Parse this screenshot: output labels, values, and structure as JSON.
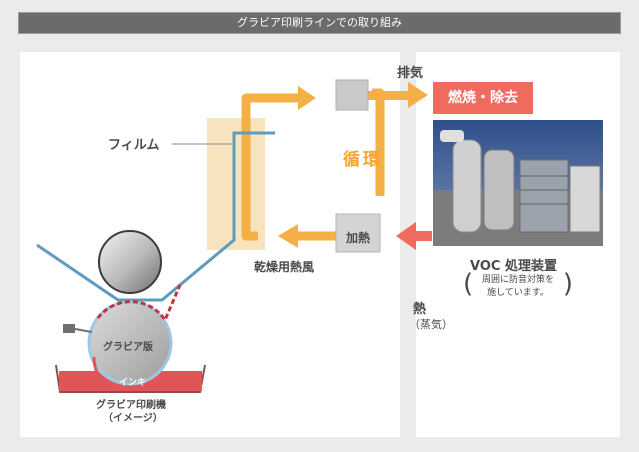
{
  "title": "グラビア印刷ラインでの取り組み",
  "labels": {
    "film": "フィルム",
    "exhaust": "排気",
    "combustion_removal": "燃焼・除去",
    "circulation": "循環",
    "heating_unit": "加熱",
    "drying_hot_air": "乾燥用熱風",
    "voc_equipment": "VOC 処理装置",
    "voc_note_line1": "周囲に防音対策を",
    "voc_note_line2": "施しています。",
    "heat": "熱",
    "steam": "（蒸気）",
    "gravure_plate": "グラビア版",
    "ink": "インキ",
    "press_name": "グラビア印刷機",
    "press_note": "（イメージ）"
  },
  "colors": {
    "flow_arrow": "#f5b045",
    "heat_arrow": "#ef6a5f",
    "film_line": "#5e9bbd",
    "ink": "#e05558",
    "background": "#ebebeb"
  },
  "icons": {
    "voc_photo": "industrial-plant-photo"
  }
}
